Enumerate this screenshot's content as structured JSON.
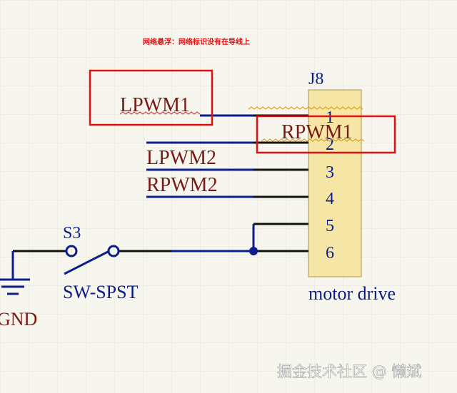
{
  "warning_text": "网络悬浮：网络标识没有在导线上",
  "component": {
    "designator": "J8",
    "comment": "motor drive",
    "pins": [
      "1",
      "2",
      "3",
      "4",
      "5",
      "6"
    ]
  },
  "switch": {
    "designator": "S3",
    "comment": "SW-SPST"
  },
  "power_port": {
    "label": "GND"
  },
  "net_labels": {
    "lpwm1": "LPWM1",
    "rpwm1": "RPWM1",
    "lpwm2": "LPWM2",
    "rpwm2": "RPWM2"
  },
  "watermark": "掘金技术社区 @ 懒斌",
  "colors": {
    "background": "#f7f6ee",
    "grid": "#e6e4dc",
    "wire": "#0b1e8a",
    "pin": "#111111",
    "component_fill": "#f5e6a6",
    "component_outline": "#c2b27a",
    "designator_text": "#0b1e8a",
    "net_label_text": "#7a1a14",
    "highlight_box": "#e01010",
    "squiggle": "#e0a020",
    "warning_text": "#e01010"
  }
}
